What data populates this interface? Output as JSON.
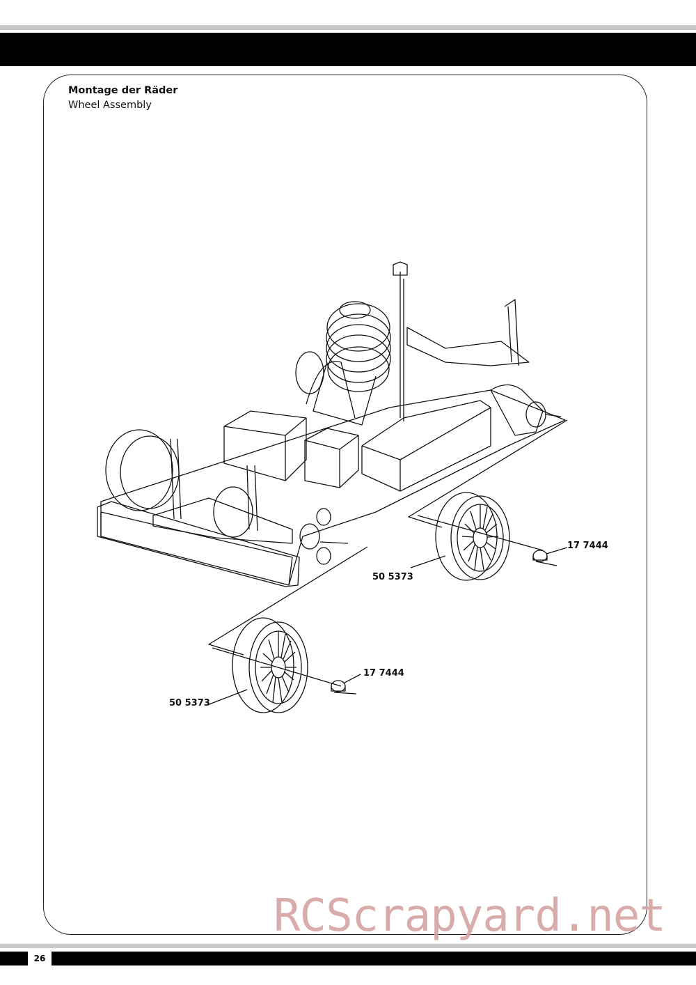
{
  "header": {
    "title_de": "Montage der Räder",
    "title_en": "Wheel Assembly"
  },
  "callouts": {
    "nut_rear": "17 7444",
    "wheel_rear": "50 5373",
    "nut_front": "17 7444",
    "wheel_front": "50 5373"
  },
  "watermark": "RCScrapyard.net",
  "footer": {
    "page_number": "26"
  }
}
